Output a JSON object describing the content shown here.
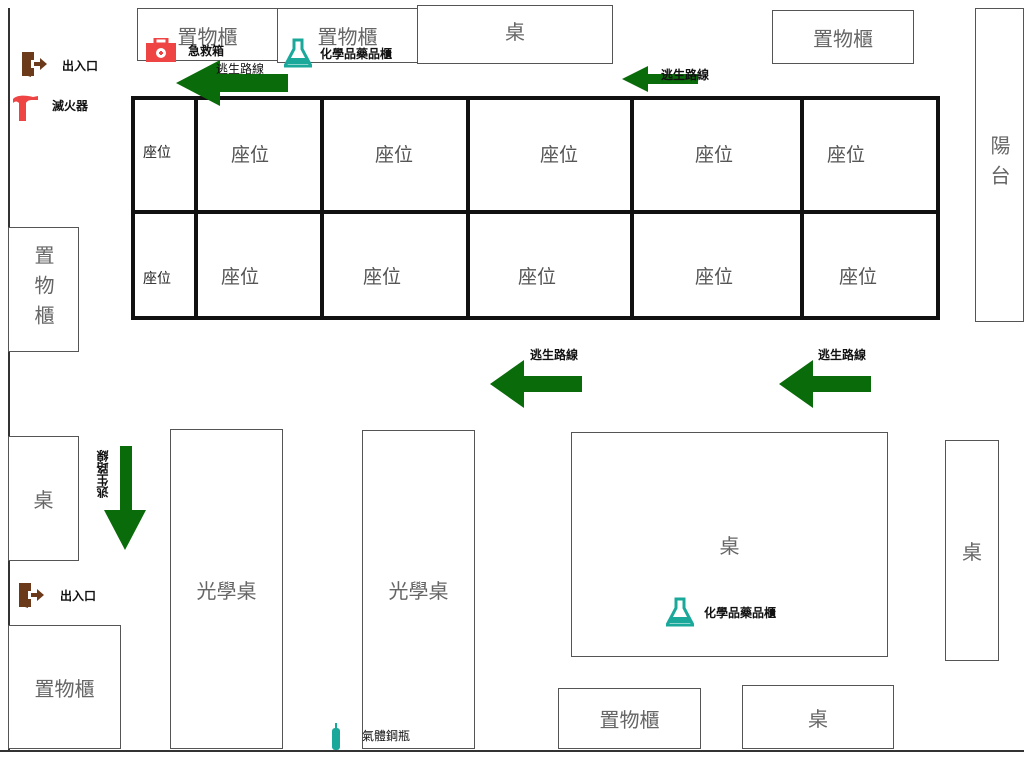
{
  "rooms": {
    "top_locker_1": "置物櫃",
    "top_locker_2": "置物櫃",
    "top_desk": "桌",
    "top_right_locker": "置物櫃",
    "balcony": "陽台",
    "left_locker": "置物櫃",
    "left_desk": "桌",
    "bottom_left_locker": "置物櫃",
    "optical_table_1": "光學桌",
    "optical_table_2": "光學桌",
    "big_desk": "桌",
    "right_desk": "桌",
    "bottom_locker": "置物櫃",
    "bottom_desk": "桌"
  },
  "seats": {
    "row1": [
      "座位",
      "座位",
      "座位",
      "座位",
      "座位",
      "座位"
    ],
    "row2": [
      "座位",
      "座位",
      "座位",
      "座位",
      "座位",
      "座位"
    ]
  },
  "labels": {
    "exit_top": "出入口",
    "exit_bottom": "出入口",
    "extinguisher": "滅火器",
    "first_aid": "急救箱",
    "chem_top": "化學品藥品櫃",
    "chem_bottom": "化學品藥品櫃",
    "gas_cylinder": "氣體鋼瓶",
    "escape_1": "逃生路線",
    "escape_2": "逃生路線",
    "escape_3": "逃生路線",
    "escape_4": "逃生路線",
    "escape_5": "逃生路線"
  },
  "colors": {
    "arrow": "#0a6b0a",
    "exit": "#6b3a1a",
    "danger": "#ee4444",
    "chem": "#1aa89a"
  }
}
